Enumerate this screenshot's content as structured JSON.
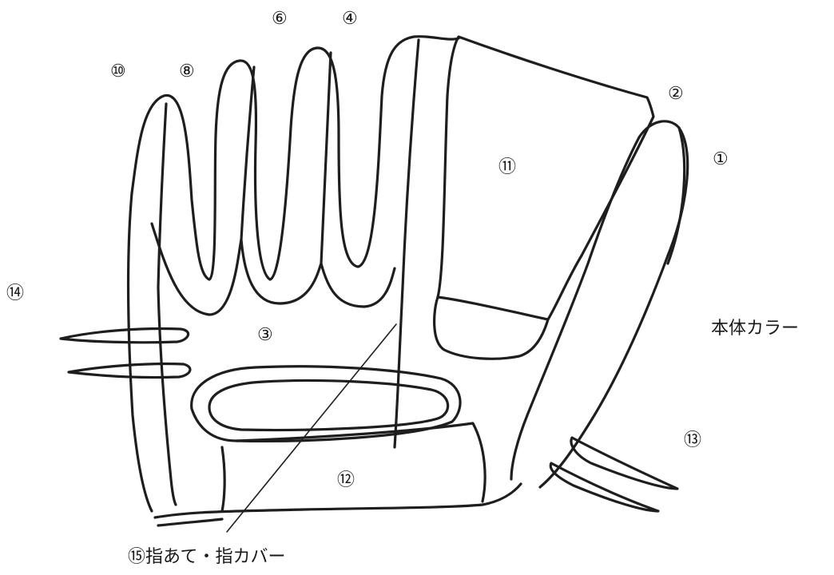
{
  "diagram": {
    "labels": {
      "p1": "①",
      "p2": "②",
      "p3": "③",
      "p4": "④",
      "p6": "⑥",
      "p8": "⑧",
      "p10": "⑩",
      "p11": "⑪",
      "p12": "⑫",
      "p13": "⑬",
      "p14": "⑭",
      "p15": "⑮指あて・指カバー"
    },
    "body_color_label": "本体カラー"
  }
}
